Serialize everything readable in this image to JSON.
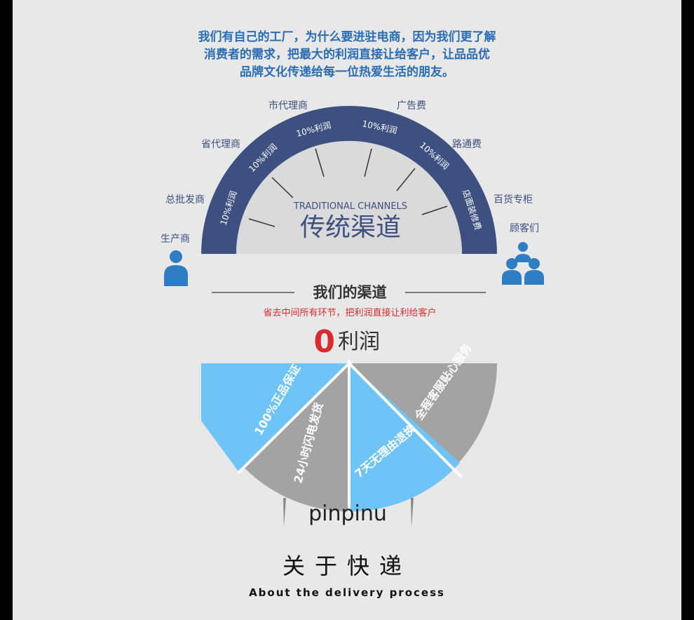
{
  "intro": {
    "line1": "我们有自己的工厂，为什么要进驻电商，因为我们更了解",
    "line2": "消费者的需求，把最大的利润直接让给客户，让品品优",
    "line3": "品牌文化传递给每一位热爱生活的朋友。"
  },
  "traditional": {
    "title_en": "TRADITIONAL CHANNELS",
    "title_cn": "传统渠道",
    "arc_labels": [
      "10%利润",
      "10%利润",
      "10%利润",
      "10%利润",
      "10%利润",
      "店面装修费"
    ],
    "outer_labels": [
      "生产商",
      "总批发商",
      "省代理商",
      "市代理商",
      "广告费",
      "路通费",
      "百货专柜",
      "顾客们"
    ]
  },
  "ours": {
    "heading": "我们的渠道",
    "subheading": "省去中间所有环节，把利润直接让利给客户",
    "profit_zero": "0",
    "profit_text": "利润",
    "segments": [
      "100%正品保证",
      "24小时闪电发货",
      "7天无理由退换",
      "全程客服贴心服务"
    ],
    "brand": "pinpinu"
  },
  "footer": {
    "title_cn": "关于快递",
    "title_en": "About the delivery process"
  },
  "colors": {
    "intro_blue": "#2a6db5",
    "arc_navy": "#3d5080",
    "segment_blue": "#6ec3f7",
    "segment_gray": "#a3a3a3",
    "accent_red": "#d62c2c",
    "icon_blue": "#2f7dc2"
  },
  "icons": [
    "single-person-icon",
    "group-people-icon"
  ]
}
